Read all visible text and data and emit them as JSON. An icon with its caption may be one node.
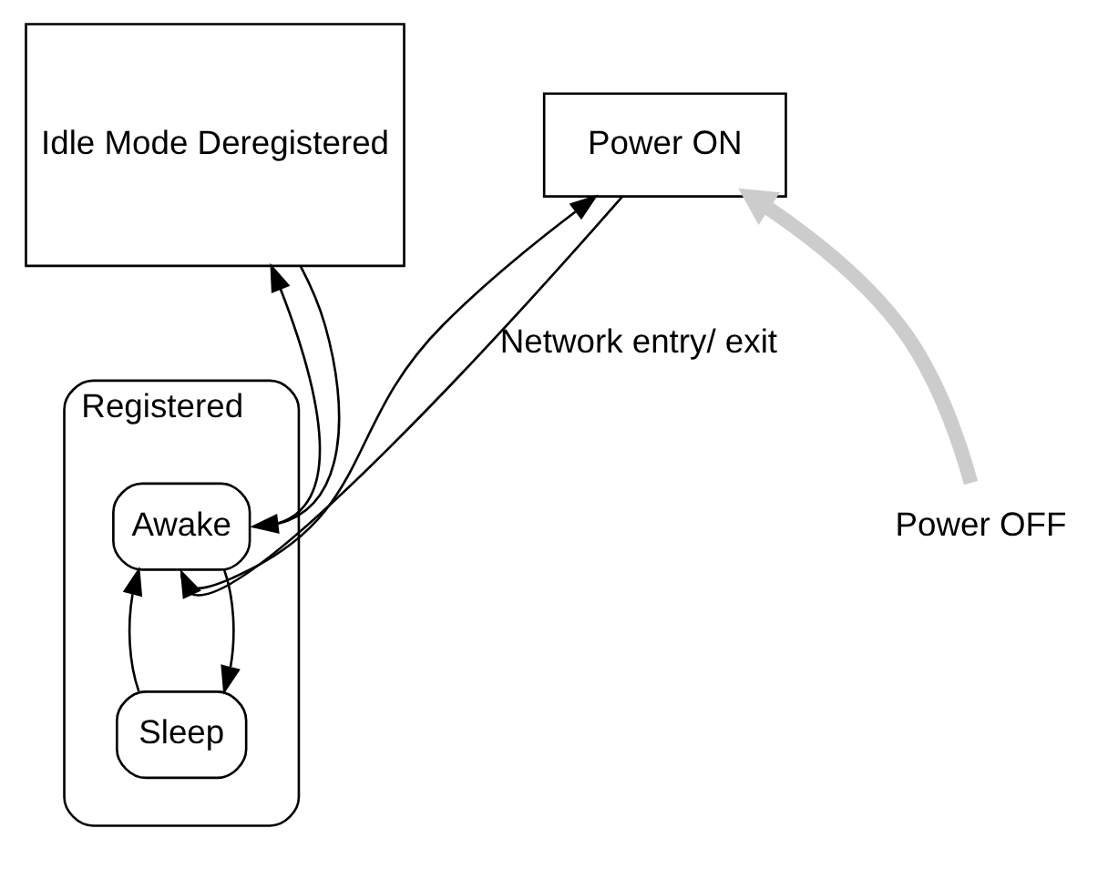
{
  "diagram": {
    "nodes": [
      {
        "text": [
          "Registered"
        ]
      },
      {
        "text": [
          "Sleep"
        ],
        "in": 0
      },
      {
        "text": [
          "Awake"
        ],
        "in": 0
      },
      {
        "text": [
          "Idle Mode Deregistered"
        ]
      },
      {
        "text": [
          "Power ON"
        ]
      },
      {
        "text": [
          "Power OFF"
        ]
      }
    ],
    "edges": [
      {
        "from": 2,
        "to": 1,
        "arrow": "to"
      },
      {
        "from": 1,
        "to": 2,
        "arrow": "to"
      },
      {
        "from": 2,
        "to": 3,
        "arrow": "to"
      },
      {
        "from": 3,
        "to": 2,
        "arrow": "to"
      },
      {
        "from": 4,
        "to": 2,
        "arrow": "to",
        "label": "Network entry/ exit"
      },
      {
        "from": 2,
        "to": 4,
        "arrow": "to"
      },
      {
        "from": 5,
        "to": 4,
        "arrow": "to",
        "style": "thick",
        "color": "#cccccc"
      }
    ]
  }
}
